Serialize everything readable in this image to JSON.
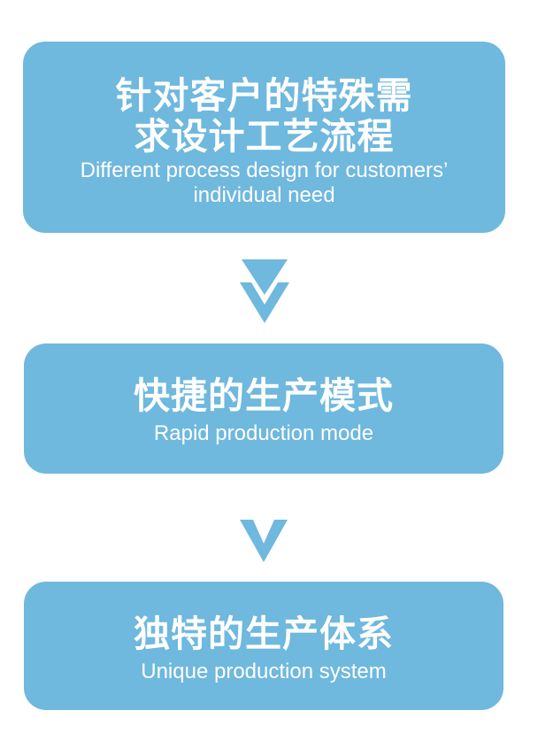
{
  "colors": {
    "box_fill": "#6fb8de",
    "arrow_fill": "#6fb8de",
    "text": "#ffffff",
    "background": "#ffffff"
  },
  "steps": [
    {
      "title_zh_line1": "针对客户的特殊需",
      "title_zh_line2": "求设计工艺流程",
      "subtitle_en_line1": "Different process design for customers’",
      "subtitle_en_line2": "individual need"
    },
    {
      "title_zh": "快捷的生产模式",
      "subtitle_en": "Rapid production mode"
    },
    {
      "title_zh": "独特的生产体系",
      "subtitle_en": "Unique production system"
    }
  ],
  "connectors": [
    {
      "icon": "double-chevron-down-icon"
    },
    {
      "icon": "chevron-down-icon"
    }
  ]
}
